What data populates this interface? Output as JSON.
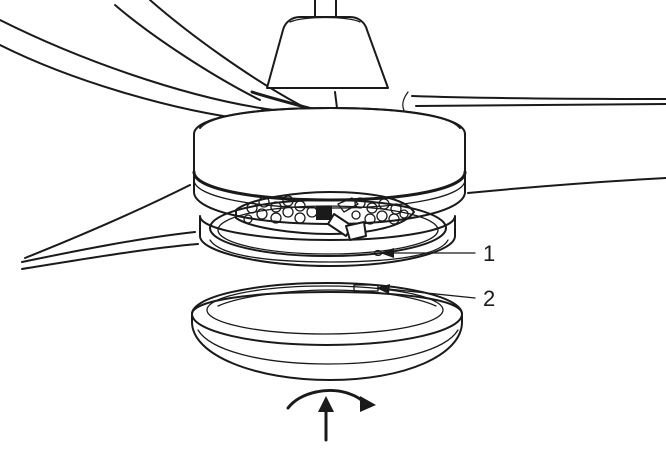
{
  "callouts": [
    {
      "label": "1",
      "target": "screw-hole"
    },
    {
      "label": "2",
      "target": "light-cover-slot"
    }
  ],
  "rotation_direction": "clockwise",
  "colors": {
    "line": "#1a1a1a",
    "background": "#ffffff"
  }
}
